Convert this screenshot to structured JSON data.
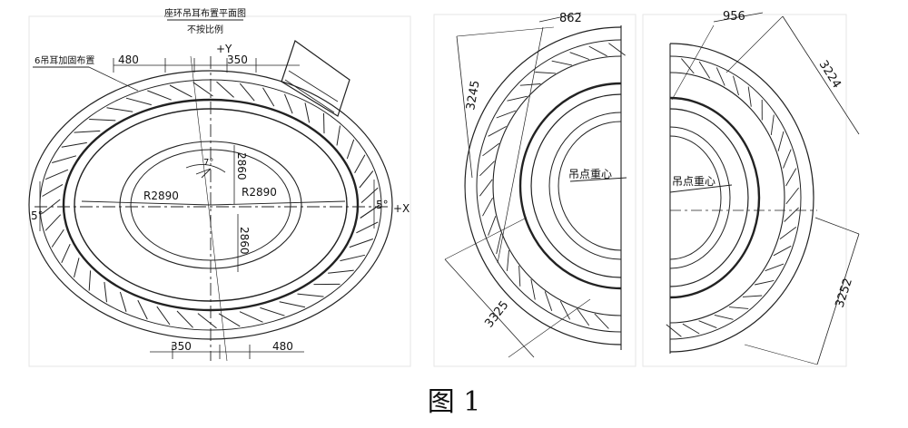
{
  "left_drawing": {
    "title": "座环吊耳布置平面图",
    "subtitle": "不按比例",
    "note": "6吊耳加固布置",
    "axis_y": "+Y",
    "axis_x": "+X",
    "dim_top_left": "480",
    "dim_top_right": "350",
    "dim_bottom_left": "350",
    "dim_bottom_right": "480",
    "radius_left": "R2890",
    "radius_right": "R2890",
    "dim_vertical_top": "2860",
    "dim_vertical_bottom": "2860",
    "angle_center": "7°",
    "angle_left": "5°",
    "angle_right": "5°"
  },
  "middle_drawing": {
    "dim_top": "862",
    "dim_left": "3245",
    "dim_bottom": "3325",
    "center_label": "吊点重心"
  },
  "right_drawing": {
    "dim_top": "956",
    "dim_right": "3224",
    "dim_bottom": "3252",
    "center_label": "吊点重心"
  },
  "caption": "图 1"
}
